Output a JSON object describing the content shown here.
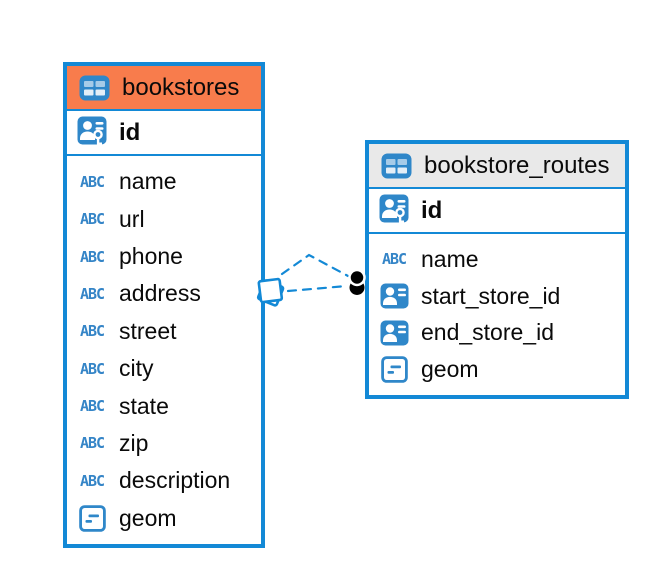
{
  "tables": [
    {
      "name": "bookstores",
      "selected": true,
      "columns": [
        {
          "name": "id",
          "type": "primary-key"
        },
        {
          "name": "name",
          "type": "text"
        },
        {
          "name": "url",
          "type": "text"
        },
        {
          "name": "phone",
          "type": "text"
        },
        {
          "name": "address",
          "type": "text"
        },
        {
          "name": "street",
          "type": "text"
        },
        {
          "name": "city",
          "type": "text"
        },
        {
          "name": "state",
          "type": "text"
        },
        {
          "name": "zip",
          "type": "text"
        },
        {
          "name": "description",
          "type": "text"
        },
        {
          "name": "geom",
          "type": "geometry"
        }
      ]
    },
    {
      "name": "bookstore_routes",
      "selected": false,
      "columns": [
        {
          "name": "id",
          "type": "primary-key"
        },
        {
          "name": "name",
          "type": "text"
        },
        {
          "name": "start_store_id",
          "type": "reference"
        },
        {
          "name": "end_store_id",
          "type": "reference"
        },
        {
          "name": "geom",
          "type": "geometry"
        }
      ]
    }
  ],
  "relation": {
    "from_table": "bookstores",
    "to_table": "bookstore_routes",
    "line_style": "dashed",
    "line_count": 2
  },
  "glyphs": {
    "abc": "ABC"
  },
  "colors": {
    "table_border": "#1389d6",
    "selected_header": "#f87c4c",
    "header": "#e9e9e9",
    "icon_blue": "#2f87c9",
    "abc_blue": "#3585c7",
    "relation_line": "#1389d6",
    "text": "#0a0a0a",
    "background": "#ffffff"
  }
}
